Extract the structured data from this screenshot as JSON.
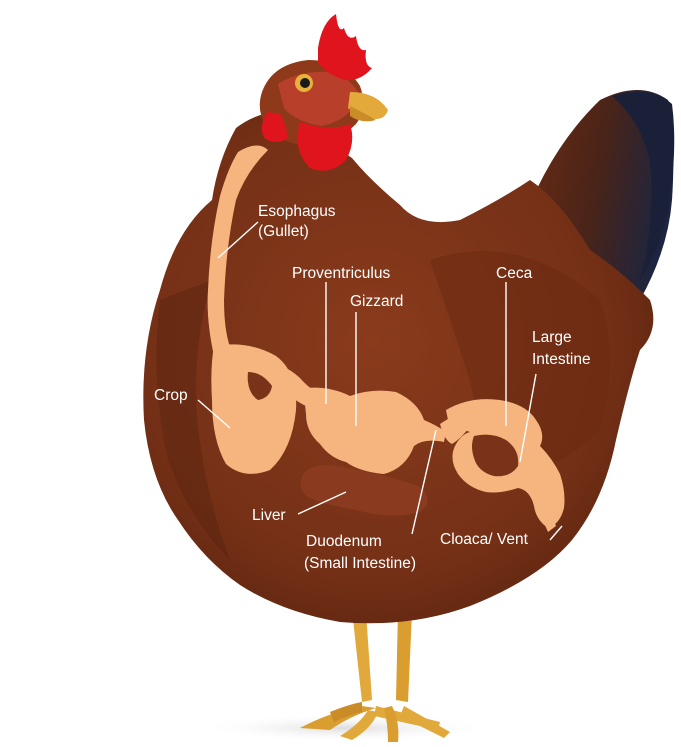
{
  "labels": {
    "esophagus": "Esophagus",
    "gullet": "(Gullet)",
    "proventriculus": "Proventriculus",
    "gizzard": "Gizzard",
    "ceca": "Ceca",
    "large": "Large",
    "intestine": "Intestine",
    "crop": "Crop",
    "liver": "Liver",
    "duodenum": "Duodenum",
    "small_intestine": "(Small Intestine)",
    "cloaca": "Cloaca/ Vent"
  },
  "colors": {
    "background": "#ffffff",
    "feathers": "#7a3318",
    "feathers_dark": "#5e2410",
    "comb": "#e0141c",
    "beak": "#e3a93b",
    "organs": "#f6b47e",
    "liver": "#8a3a1f",
    "tail_dark": "#1f2a48",
    "legs": "#e1a93c",
    "label_text": "#ffffff"
  }
}
